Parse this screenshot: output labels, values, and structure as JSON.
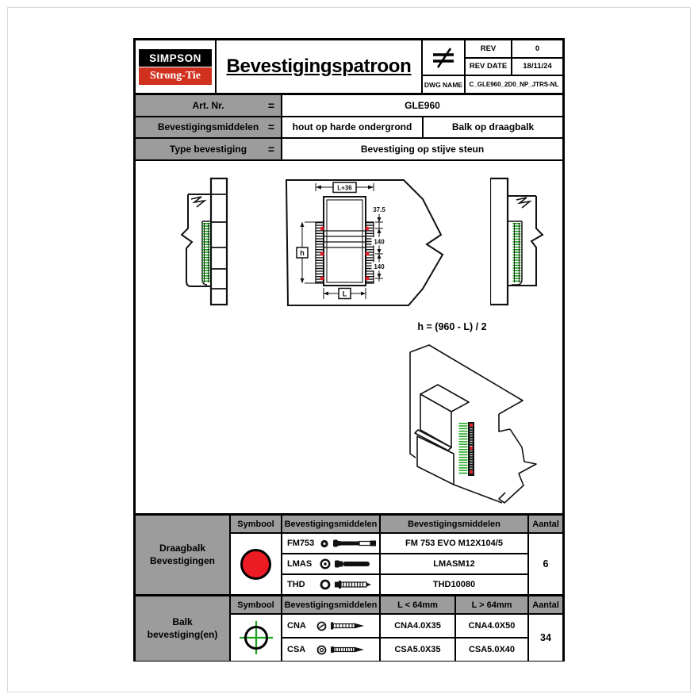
{
  "header": {
    "logo_line1": "SIMPSON",
    "logo_line2": "Strong-Tie",
    "title": "Bevestigingspatroon",
    "projection_symbol": "not-equal projection mark",
    "rev": {
      "label": "REV",
      "value": "0"
    },
    "rev_date": {
      "label": "REV DATE",
      "value": "18/11/24"
    },
    "dwg": {
      "label": "DWG NAME",
      "value": "C_GLE960_2D0_NP_JTRS-NL"
    }
  },
  "info": {
    "eq": "=",
    "rows": [
      {
        "label": "Art. Nr.",
        "values": [
          "GLE960"
        ]
      },
      {
        "label": "Bevestigingsmiddelen",
        "values": [
          "hout op harde ondergrond",
          "Balk op draagbalk"
        ]
      },
      {
        "label": "Type bevestiging",
        "values": [
          "Bevestiging op stijve steun"
        ]
      }
    ]
  },
  "drawing": {
    "formula": "h = (960 - L) / 2",
    "dim_top": "L+36",
    "dim_offset": "37.5",
    "dim_140a": "140",
    "dim_140b": "140",
    "dim_h": "h",
    "dim_l": "L"
  },
  "fastener_table": {
    "group_label_line1": "Draagbalk",
    "group_label_line2": "Bevestigingen",
    "headers": [
      "Symbool",
      "Bevestigingsmiddelen",
      "Bevestigingsmiddelen",
      "Aantal"
    ],
    "rows": [
      {
        "code": "FM753",
        "product": "FM 753 EVO M12X104/5"
      },
      {
        "code": "LMAS",
        "product": "LMASM12"
      },
      {
        "code": "THD",
        "product": "THD10080"
      }
    ],
    "aantal": "6"
  },
  "beam_table": {
    "group_label_line1": "Balk",
    "group_label_line2": "bevestiging(en)",
    "headers": [
      "Symbool",
      "Bevestigingsmiddelen",
      "L < 64mm",
      "L > 64mm",
      "Aantal"
    ],
    "rows": [
      {
        "code": "CNA",
        "small": "CNA4.0X35",
        "large": "CNA4.0X50"
      },
      {
        "code": "CSA",
        "small": "CSA5.0X35",
        "large": "CSA5.0X40"
      }
    ],
    "aantal": "34"
  },
  "colors": {
    "brand_red": "#d2301f",
    "symbol_red": "#ed1c24",
    "screw_green": "#1ea11e",
    "cell_gray": "#9c9c9c"
  }
}
